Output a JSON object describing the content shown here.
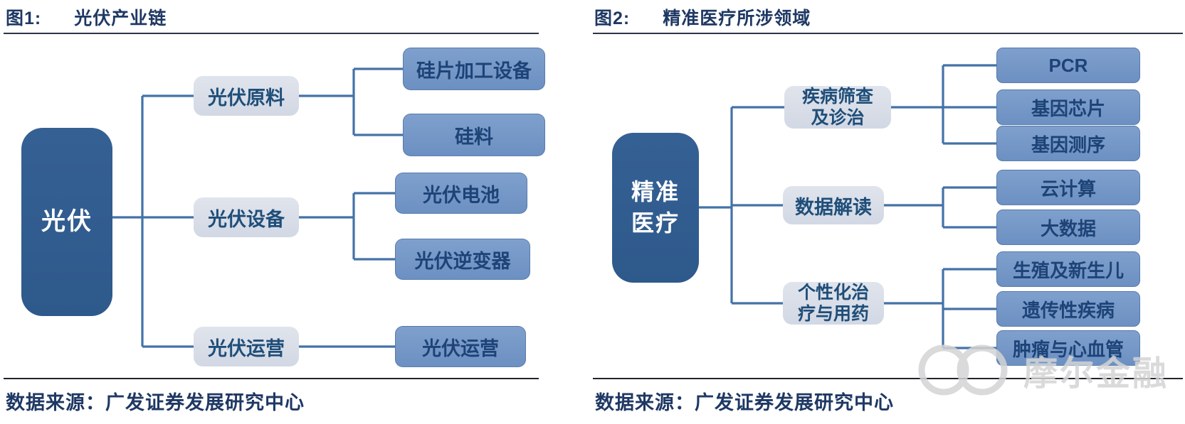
{
  "figures": [
    {
      "title_label": "图1:",
      "title": "光伏产业链",
      "root": "光伏",
      "branches": [
        {
          "label": "光伏原料",
          "children": [
            "硅片加工设备",
            "硅料"
          ]
        },
        {
          "label": "光伏设备",
          "children": [
            "光伏电池",
            "光伏逆变器"
          ]
        },
        {
          "label": "光伏运营",
          "children": [
            "光伏运营"
          ]
        }
      ],
      "source": "数据来源：广发证券发展研究中心"
    },
    {
      "title_label": "图2:",
      "title": "精准医疗所涉领域",
      "root": "精准\n医疗",
      "branches": [
        {
          "label": "疾病筛查\n及诊治",
          "children": [
            "PCR",
            "基因芯片",
            "基因测序"
          ]
        },
        {
          "label": "数据解读",
          "children": [
            "云计算",
            "大数据"
          ]
        },
        {
          "label": "个性化治\n疗与用药",
          "children": [
            "生殖及新生儿",
            "遗传性疾病",
            "肿瘤与心血管"
          ]
        }
      ],
      "source": "数据来源：广发证券发展研究中心"
    }
  ],
  "watermark": {
    "logo": "double-ring",
    "text": "摩尔金融"
  },
  "colors": {
    "root_fill": "#2F5B8C",
    "branch_fill": "#D6DCE5",
    "leaf_fill": "#7193C4",
    "connector": "#4472A8",
    "title_text": "#1F3864",
    "node_text": "#1F4E79",
    "watermark": "#D4D4D4"
  }
}
